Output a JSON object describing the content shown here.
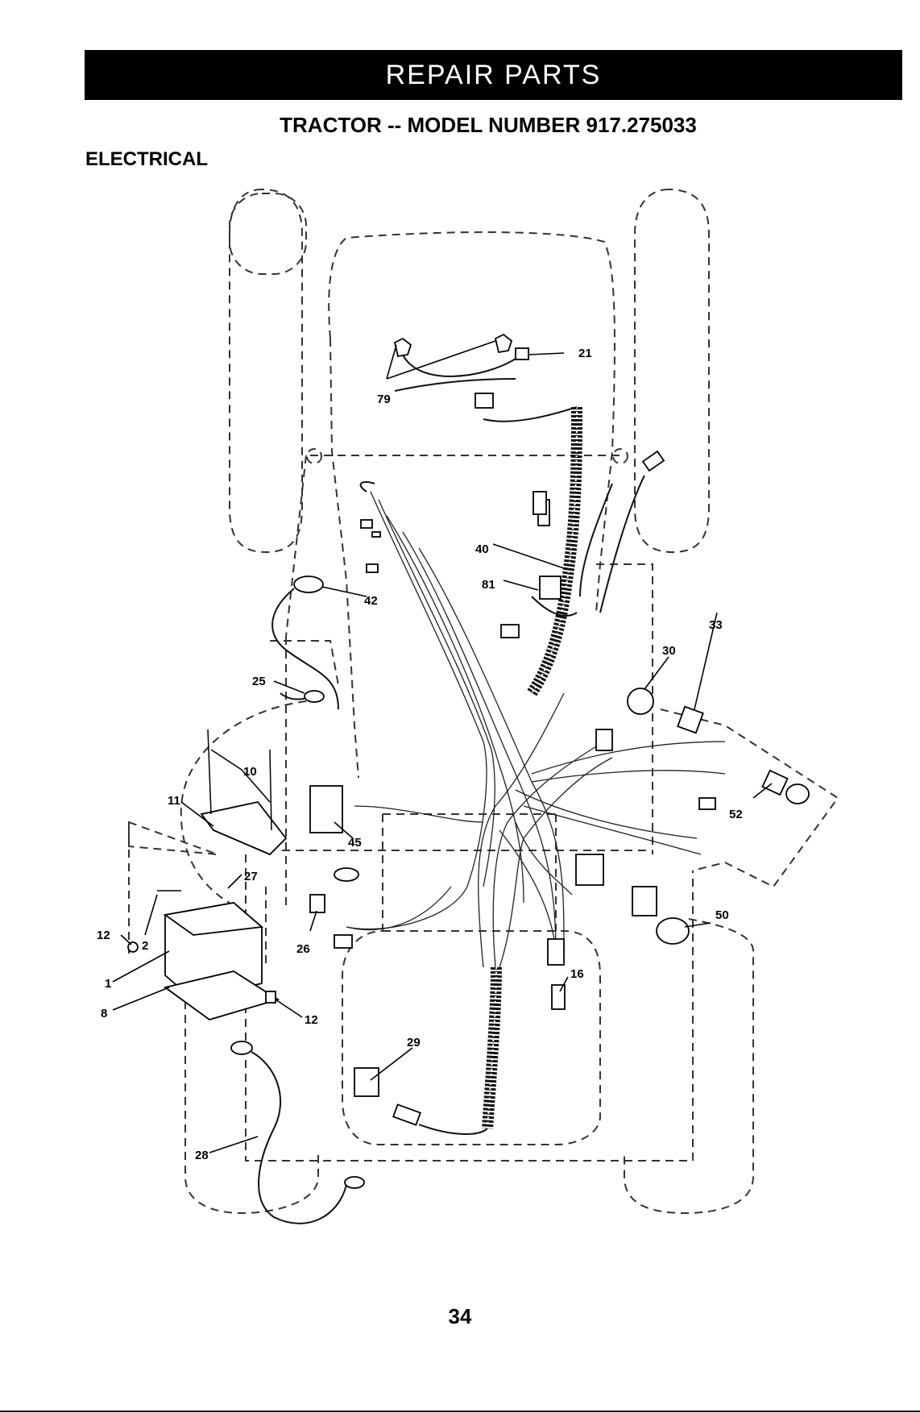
{
  "header": {
    "title": "REPAIR PARTS"
  },
  "document": {
    "model_title": "TRACTOR -- MODEL NUMBER 917.275033",
    "section": "ELECTRICAL",
    "page_number": "34"
  },
  "callouts": [
    {
      "id": "79",
      "label": "79"
    },
    {
      "id": "21",
      "label": "21"
    },
    {
      "id": "40",
      "label": "40"
    },
    {
      "id": "81",
      "label": "81"
    },
    {
      "id": "42",
      "label": "42"
    },
    {
      "id": "33",
      "label": "33"
    },
    {
      "id": "30",
      "label": "30"
    },
    {
      "id": "25",
      "label": "25"
    },
    {
      "id": "10",
      "label": "10"
    },
    {
      "id": "11",
      "label": "11"
    },
    {
      "id": "52",
      "label": "52"
    },
    {
      "id": "45",
      "label": "45"
    },
    {
      "id": "27",
      "label": "27"
    },
    {
      "id": "50",
      "label": "50"
    },
    {
      "id": "12a",
      "label": "12"
    },
    {
      "id": "2",
      "label": "2"
    },
    {
      "id": "26",
      "label": "26"
    },
    {
      "id": "1",
      "label": "1"
    },
    {
      "id": "16",
      "label": "16"
    },
    {
      "id": "8",
      "label": "8"
    },
    {
      "id": "12b",
      "label": "12"
    },
    {
      "id": "29",
      "label": "29"
    },
    {
      "id": "28",
      "label": "28"
    }
  ],
  "colors": {
    "ink": "#000000",
    "paper": "#ffffff",
    "header_bg": "#000000",
    "header_text": "#ffffff"
  }
}
